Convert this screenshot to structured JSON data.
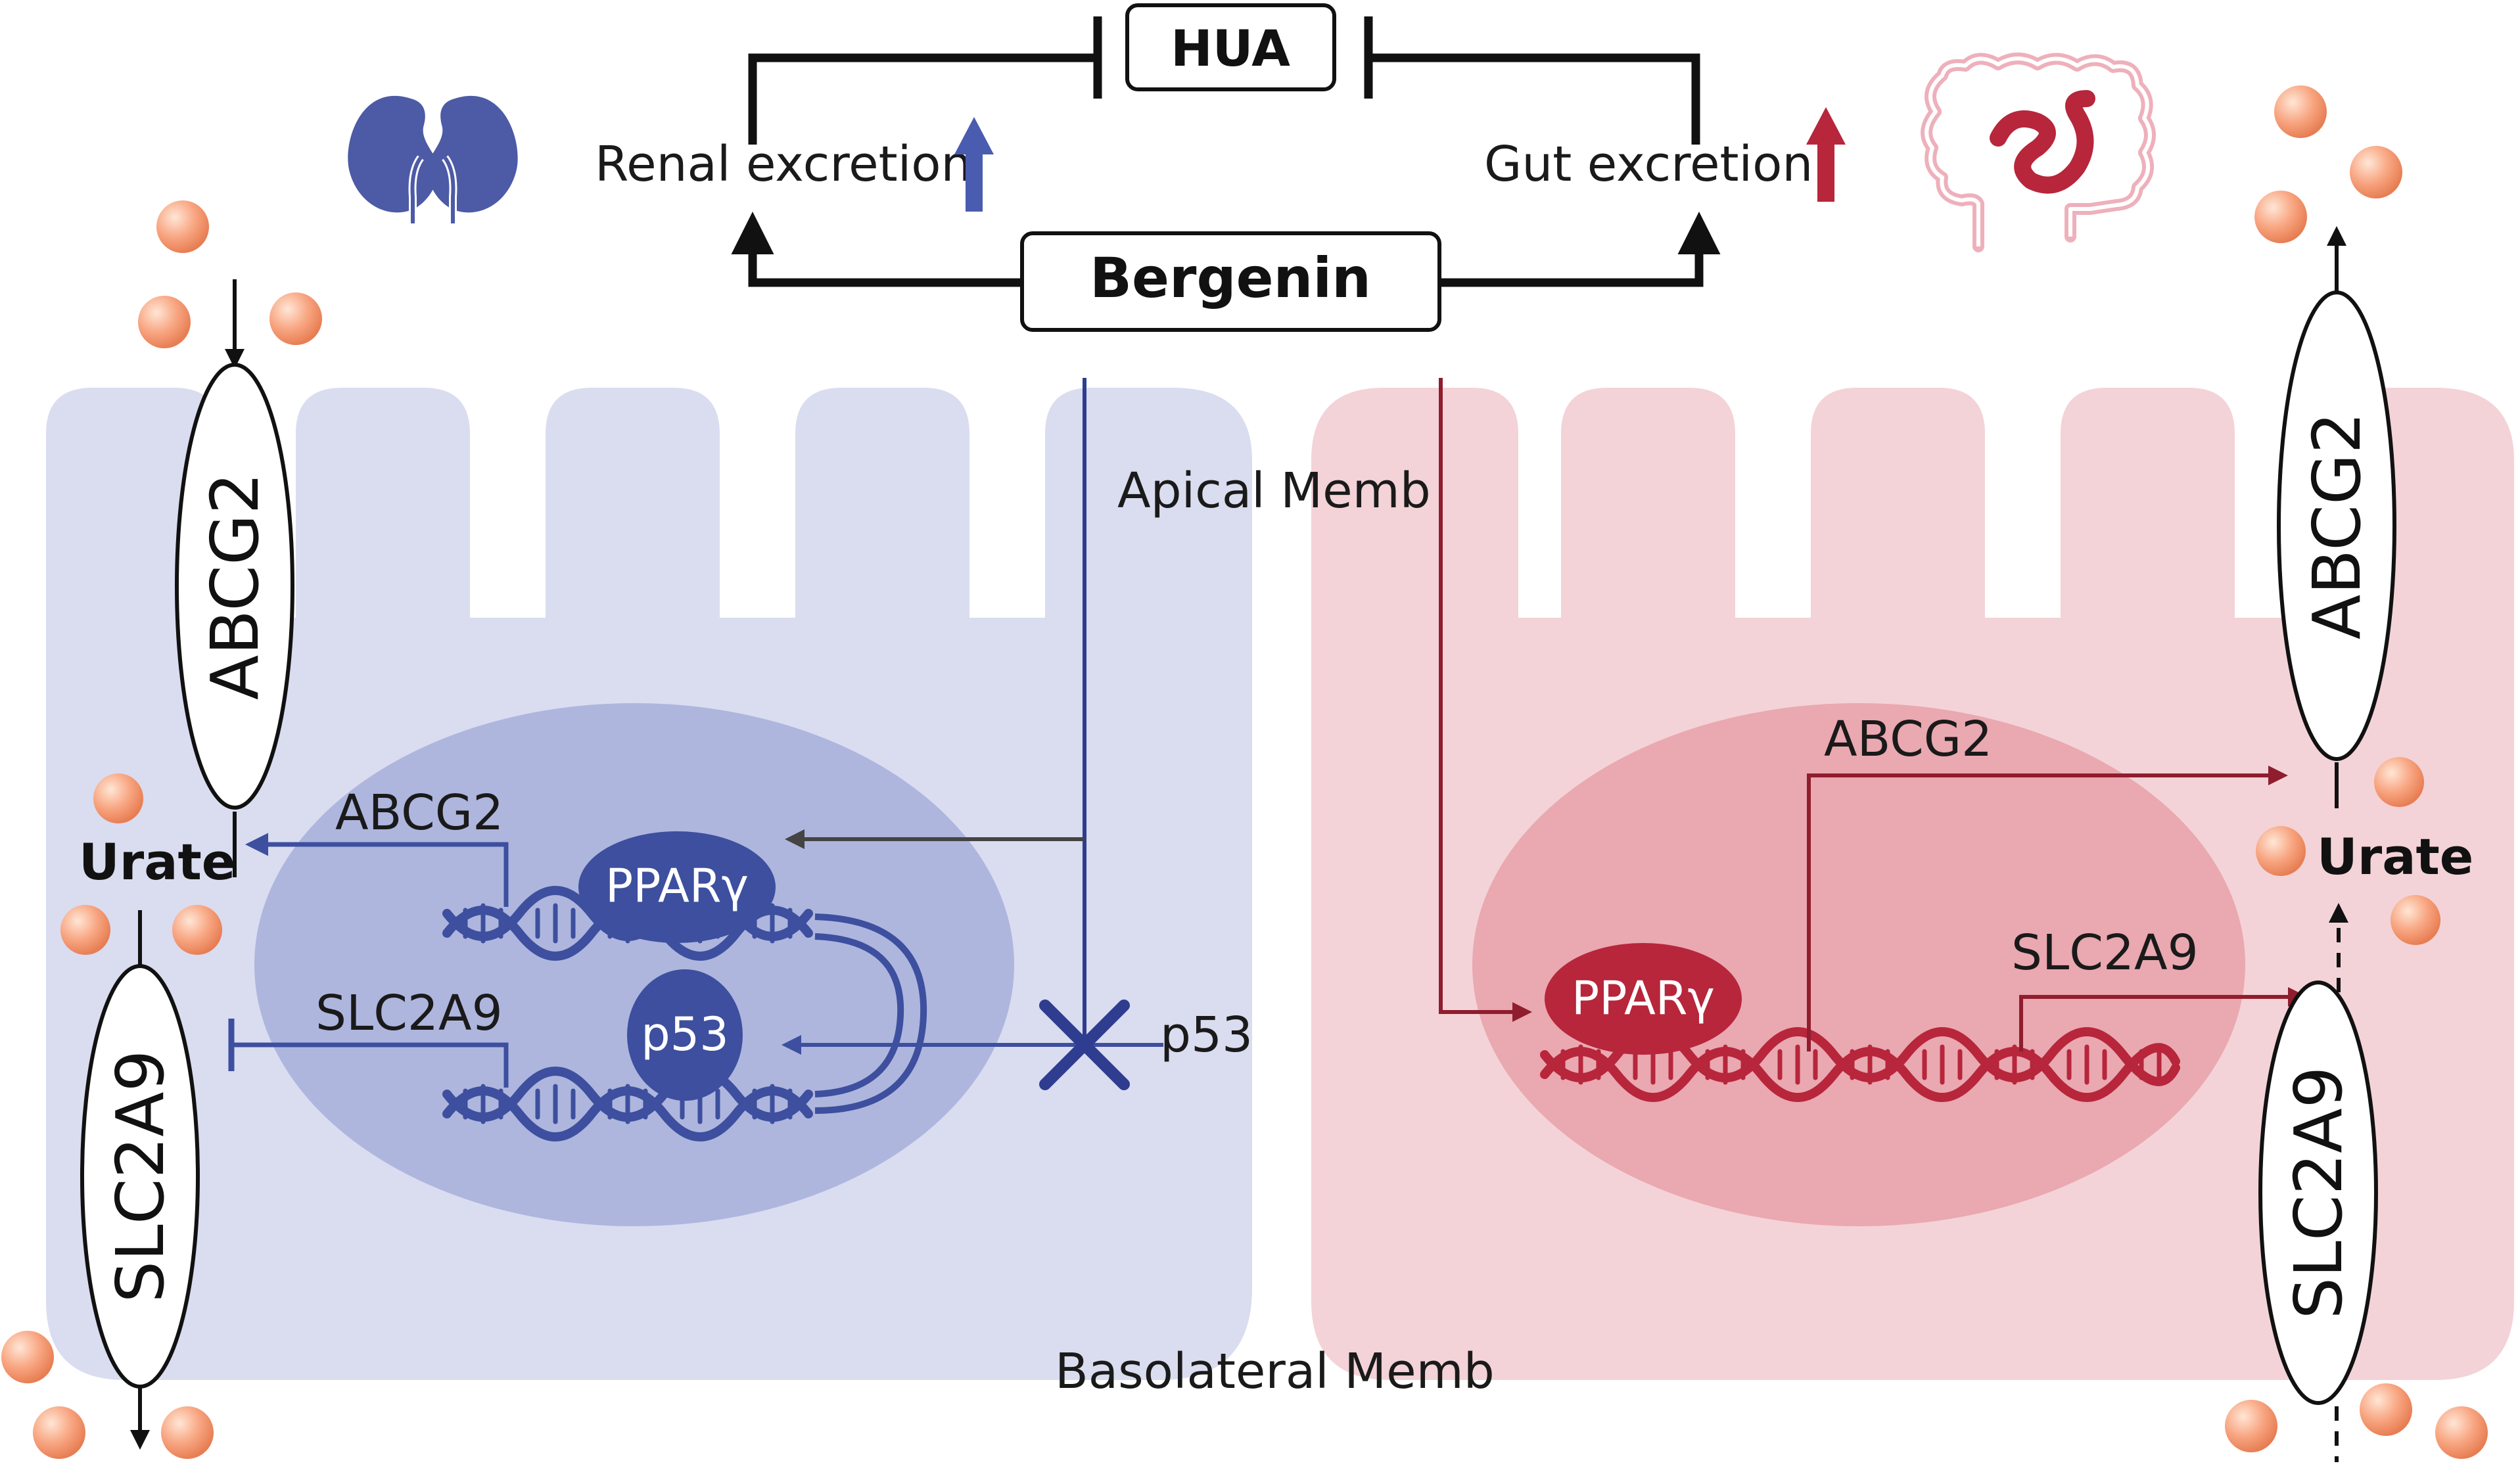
{
  "top": {
    "hua_label": "HUA",
    "bergenin_label": "Bergenin",
    "renal_excretion_label": "Renal excretion",
    "gut_excretion_label": "Gut excretion"
  },
  "kidney_cell": {
    "apical_label": "Apical Memb",
    "basolateral_label": "Basolateral Memb",
    "transporter_top": "ABCG2",
    "transporter_bottom": "SLC2A9",
    "urate_label": "Urate",
    "gene_upper_label": "ABCG2",
    "gene_lower_label": "SLC2A9",
    "tf_upper": "PPARγ",
    "tf_lower": "p53",
    "inhibited_label": "p53"
  },
  "gut_cell": {
    "transporter_top": "ABCG2",
    "transporter_bottom": "SLC2A9",
    "urate_label": "Urate",
    "gene_upper_label": "ABCG2",
    "gene_lower_label": "SLC2A9",
    "tf": "PPARγ"
  },
  "colors": {
    "kidney_accent": "#3d4f9e",
    "kidney_cell_fill": "#dadcf0",
    "kidney_nucleus_fill": "#aeb6de",
    "gut_accent": "#b7263b",
    "gut_cell_fill": "#f3d3d8",
    "gut_nucleus_fill": "#eaa8b1",
    "urate_particle": "#f7a27c"
  }
}
